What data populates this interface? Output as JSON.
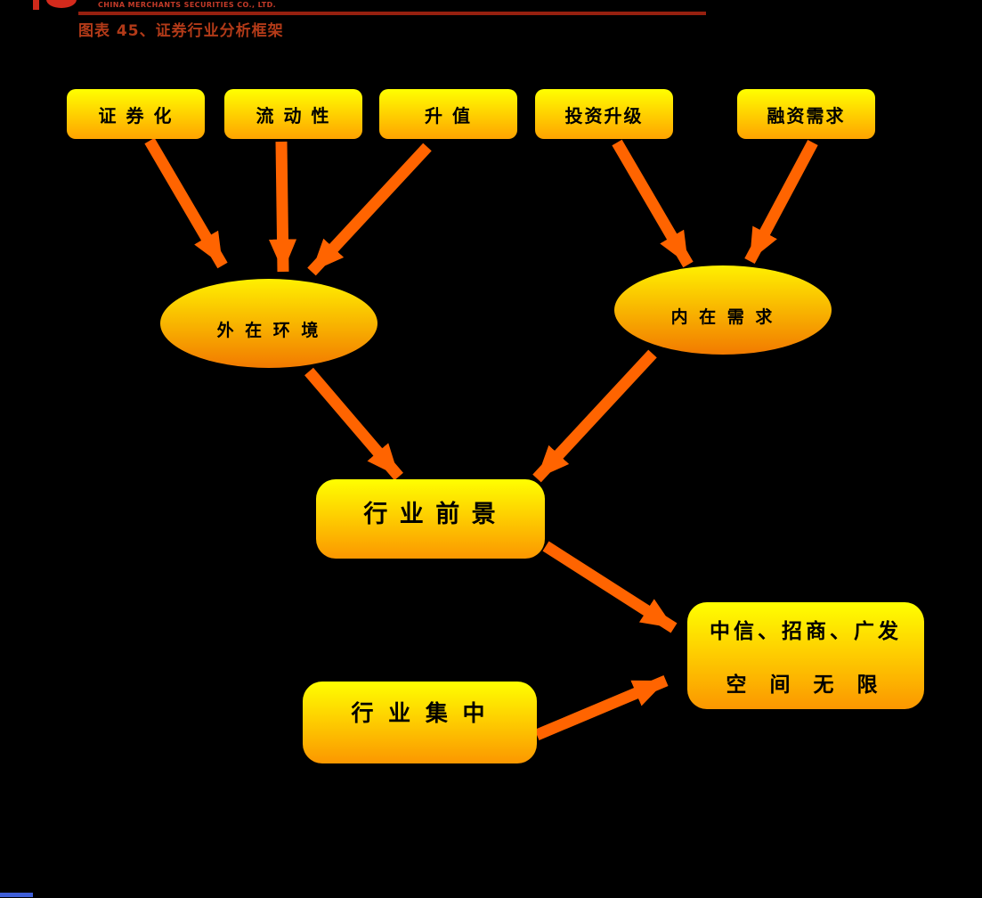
{
  "page": {
    "background": "#000000"
  },
  "header": {
    "logo_text": "CHINA MERCHANTS SECURITIES CO., LTD.",
    "logo_color": "#d42a1c",
    "rule_color": "#96200f",
    "title": "图表 45、证券行业分析框架",
    "title_color": "#b23a18"
  },
  "diagram": {
    "node_fill_top": "#ffff00",
    "node_fill_bottom": "#ffa300",
    "arrow_color": "#ff6400",
    "text_color": "#000000",
    "top_boxes": [
      {
        "id": "securitization",
        "label": "证 券 化"
      },
      {
        "id": "liquidity",
        "label": "流 动 性"
      },
      {
        "id": "appreciation",
        "label": "升  值"
      },
      {
        "id": "investment-upgrade",
        "label": "投资升级"
      },
      {
        "id": "financing-demand",
        "label": "融资需求"
      }
    ],
    "ellipses": [
      {
        "id": "external-environment",
        "label": "外 在 环 境"
      },
      {
        "id": "internal-demand",
        "label": "内 在 需 求"
      }
    ],
    "industry_prospect": {
      "id": "industry-prospect",
      "label": "行 业 前 景"
    },
    "industry_concentration": {
      "id": "industry-concentration",
      "label": "行 业 集 中"
    },
    "result_box": {
      "id": "result",
      "line1": "中信、招商、广发",
      "line2": "空 间 无 限"
    },
    "edges": [
      {
        "from": "securitization",
        "to": "external-environment"
      },
      {
        "from": "liquidity",
        "to": "external-environment"
      },
      {
        "from": "appreciation",
        "to": "external-environment"
      },
      {
        "from": "investment-upgrade",
        "to": "internal-demand"
      },
      {
        "from": "financing-demand",
        "to": "internal-demand"
      },
      {
        "from": "external-environment",
        "to": "industry-prospect"
      },
      {
        "from": "internal-demand",
        "to": "industry-prospect"
      },
      {
        "from": "industry-prospect",
        "to": "result"
      },
      {
        "from": "industry-concentration",
        "to": "result"
      }
    ]
  },
  "footer": {
    "rule_fragment_color": "#3e5ed8"
  }
}
